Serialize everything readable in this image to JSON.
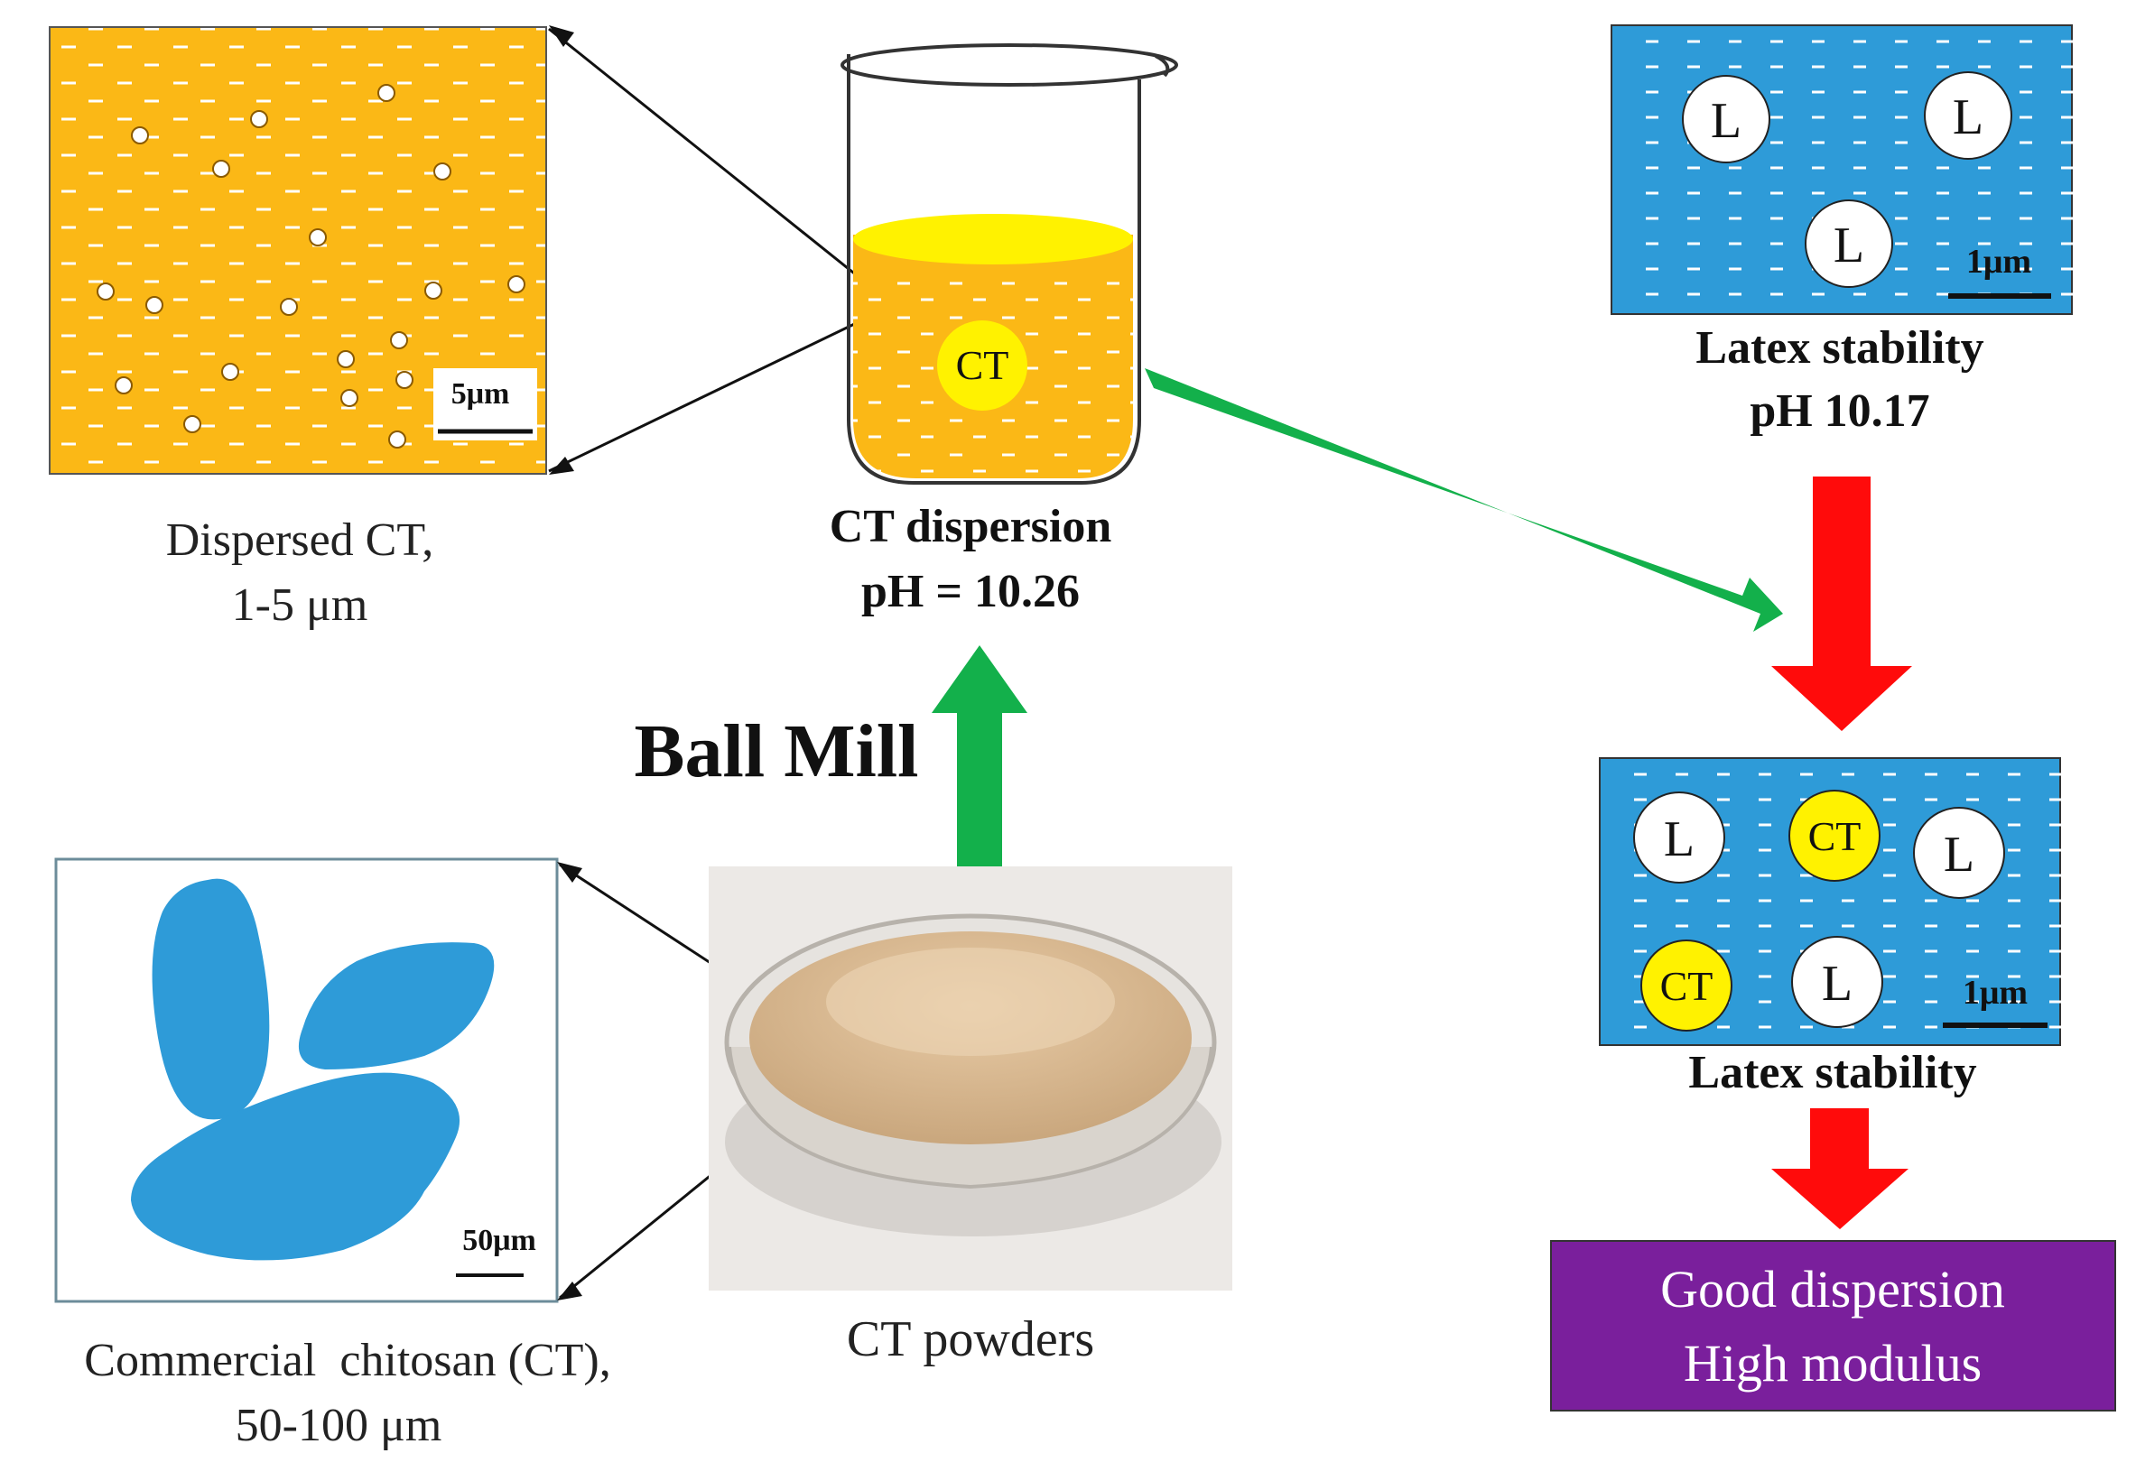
{
  "dispersed_panel": {
    "scale_bar": "5μm",
    "caption_line1": "Dispersed CT,",
    "caption_line2": "1-5 μm"
  },
  "beaker": {
    "particle_label": "CT",
    "caption_line1": "CT dispersion",
    "caption_line2": "pH = 10.26"
  },
  "process": {
    "ball_mill": "Ball Mill"
  },
  "chitosan_panel": {
    "scale_bar": "50μm",
    "caption_line1": "Commercial  chitosan (CT),",
    "caption_line2": "50-100 μm"
  },
  "powder": {
    "caption": "CT powders"
  },
  "latex_panel": {
    "particle_label": "L",
    "scale_bar": "1μm",
    "caption_line1": "Latex stability",
    "caption_line2": "pH 10.17"
  },
  "mixed_panel": {
    "latex_label": "L",
    "ct_label": "CT",
    "scale_bar": "1μm",
    "caption": "Latex stability"
  },
  "result_box": {
    "line1": "Good dispersion",
    "line2": "High modulus"
  },
  "colors": {
    "orange": "#fbb816",
    "yellow": "#fff200",
    "blue": "#2e9bd8",
    "green": "#13b04b",
    "red": "#ff0b0b",
    "purple": "#7a1f9c"
  }
}
